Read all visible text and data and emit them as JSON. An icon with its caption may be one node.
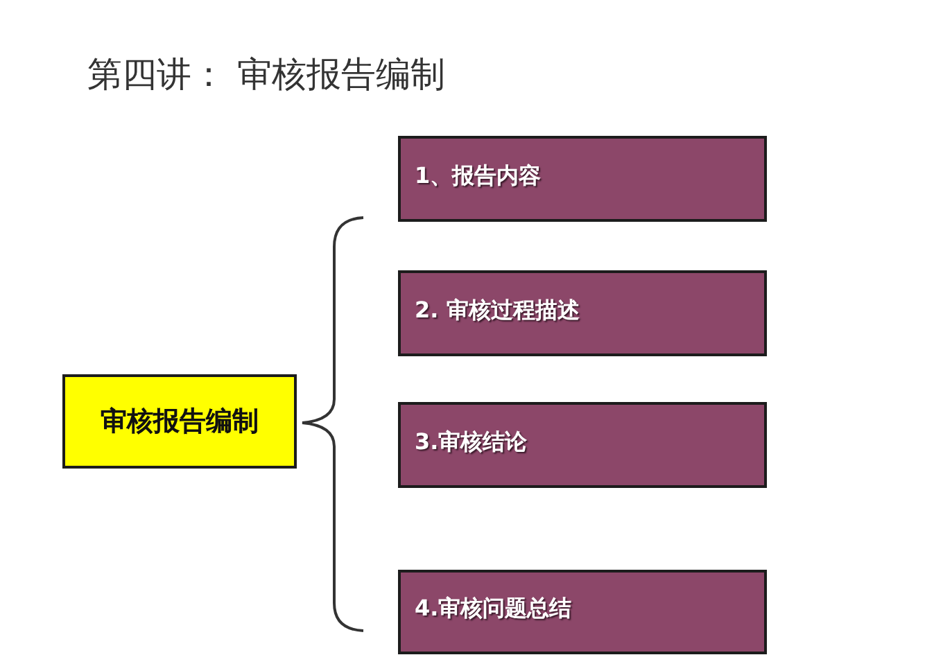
{
  "diagram": {
    "title": "第四讲： 审核报告编制",
    "nodes": [
      {
        "text": [
          "审核报告编制"
        ]
      },
      {
        "text": [
          "1、报告内容"
        ]
      },
      {
        "text": [
          "2. 审核过程描述"
        ]
      },
      {
        "text": [
          "3.审核结论"
        ]
      },
      {
        "text": [
          "4.审核问题总结"
        ]
      }
    ]
  }
}
